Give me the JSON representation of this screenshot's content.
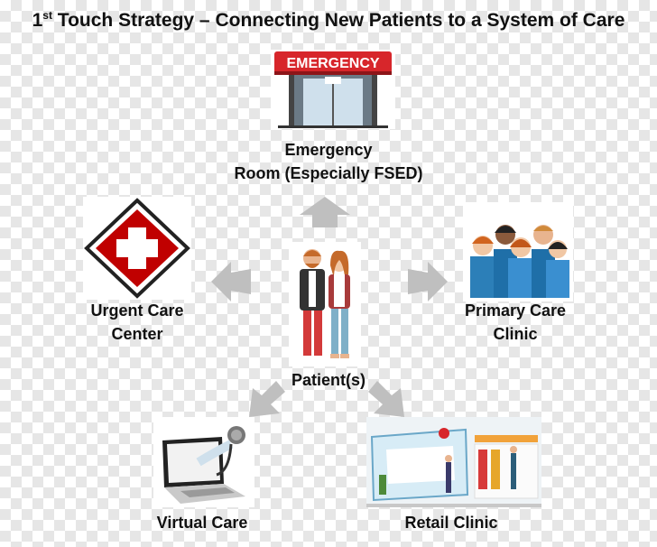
{
  "title": {
    "superscript": "st",
    "pre": "1",
    "post": " Touch Strategy – Connecting New Patients to a System of Care"
  },
  "nodes": {
    "emergency": {
      "sign_text": "EMERGENCY",
      "line1": "Emergency",
      "line2": "Room (Especially FSED)"
    },
    "urgent": {
      "line1": "Urgent Care",
      "line2": "Center"
    },
    "primary": {
      "line1": "Primary Care",
      "line2": "Clinic"
    },
    "patient": {
      "label": "Patient(s)"
    },
    "virtual": {
      "label": "Virtual Care"
    },
    "retail": {
      "label": "Retail Clinic"
    }
  },
  "colors": {
    "arrow": "#bfbfbf",
    "emergency_red": "#d7262b",
    "urgent_red": "#c00000"
  }
}
